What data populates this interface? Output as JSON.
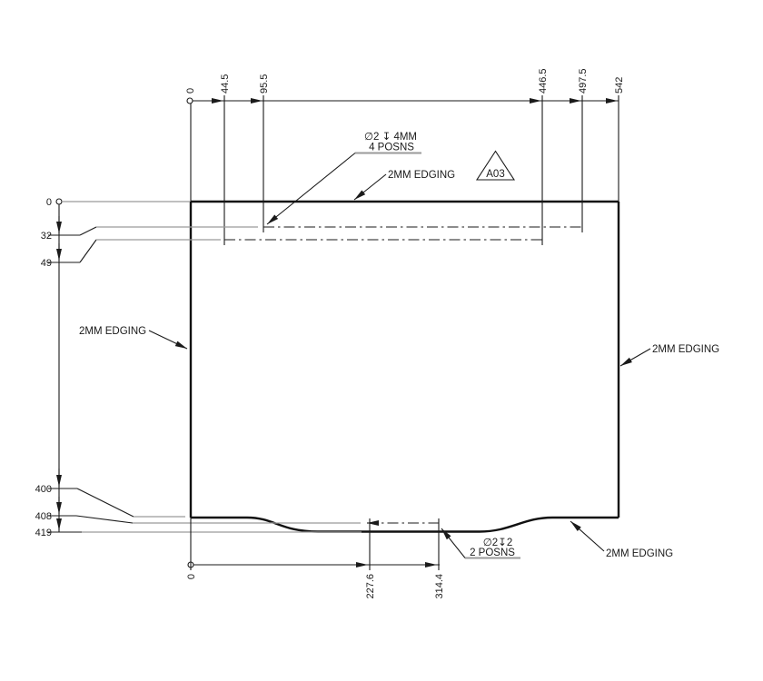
{
  "drawing": {
    "colors": {
      "line": "#1a1a1a",
      "aux_line": "#9a9a9a",
      "background": "#ffffff"
    },
    "top_dims": {
      "values": [
        "0",
        "44.5",
        "95.5",
        "446.5",
        "497.5",
        "542"
      ]
    },
    "left_dims": {
      "values": [
        "0",
        "32",
        "49",
        "400",
        "408",
        "419"
      ]
    },
    "bottom_dims": {
      "values": [
        "0",
        "227.6",
        "314.4"
      ]
    },
    "callouts": {
      "top_holes_line1": "∅2 ↧ 4MM",
      "top_holes_line2": "4 POSNS",
      "bottom_holes_line1": "∅2↧2",
      "bottom_holes_line2": "2 POSNS",
      "edging": "2MM EDGING",
      "revision": "A03"
    }
  }
}
